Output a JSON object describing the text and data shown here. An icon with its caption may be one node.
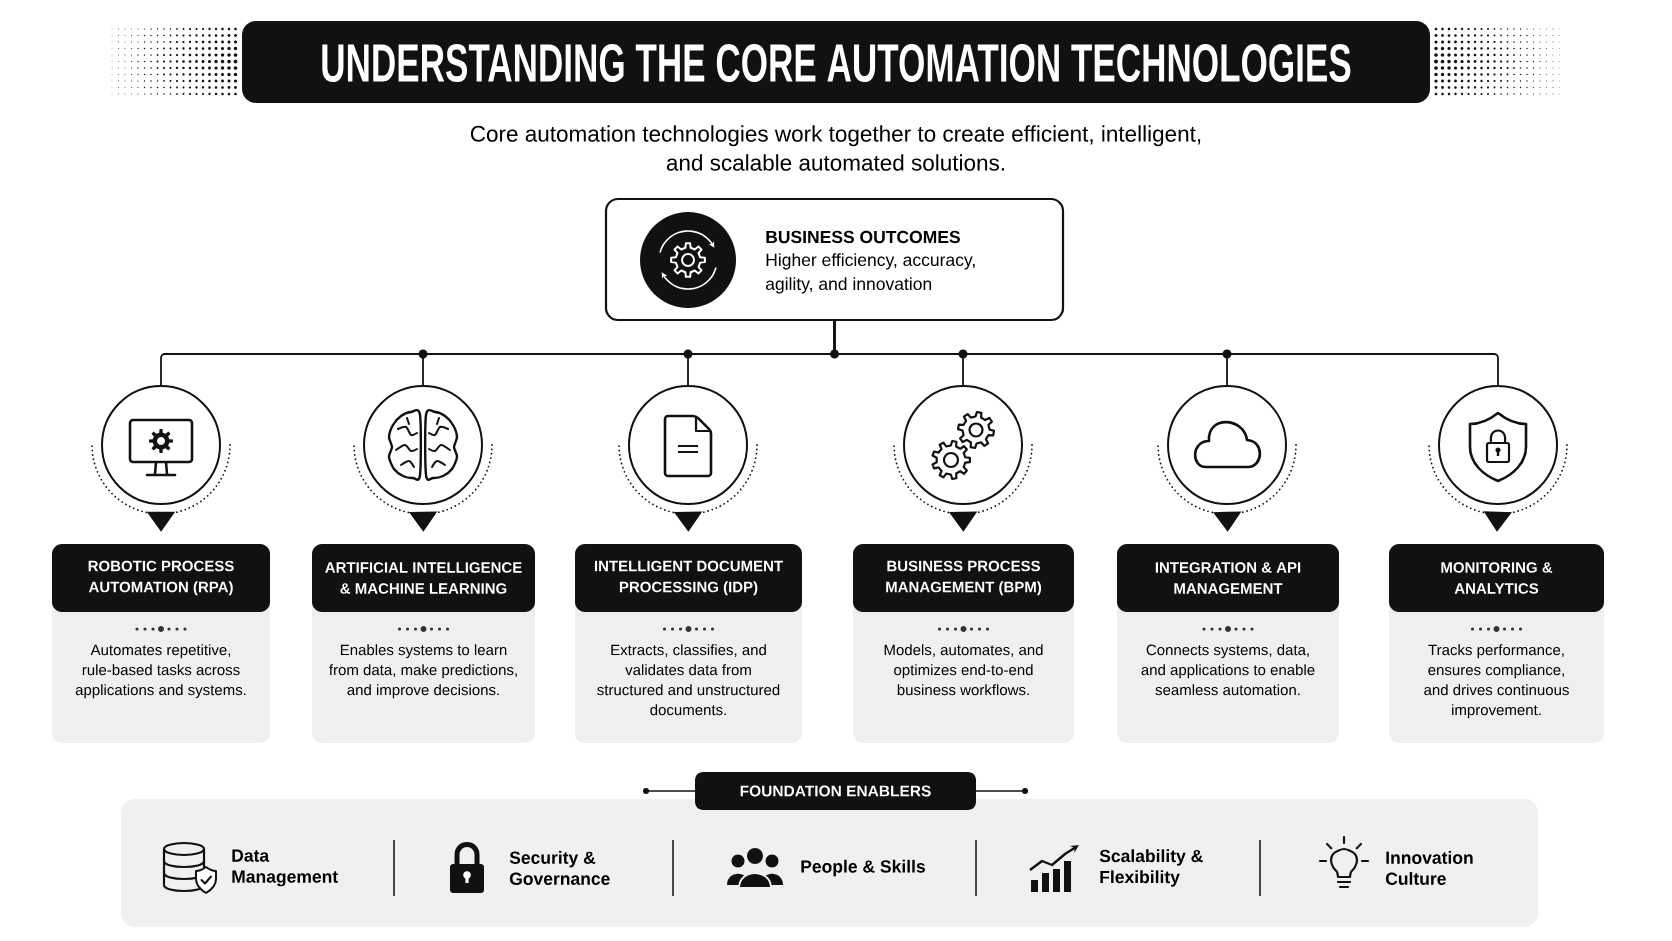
{
  "diagram": {
    "title": "UNDERSTANDING THE CORE AUTOMATION TECHNOLOGIES",
    "nodes": [
      {
        "text": [
          "BUSINESS OUTCOMES",
          "Higher efficiency, accuracy, agility, and innovation"
        ]
      },
      {
        "text": [],
        "shape": "circle"
      },
      {
        "text": [],
        "shape": "circle"
      },
      {
        "text": [],
        "shape": "circle"
      },
      {
        "text": [],
        "shape": "circle"
      },
      {
        "text": [],
        "shape": "circle"
      },
      {
        "text": [],
        "shape": "circle"
      },
      {
        "text": [
          "ROBOTIC PROCESS AUTOMATION (RPA)",
          "Automates repetitive, rule-based tasks across applications and systems."
        ]
      },
      {
        "text": [
          "ARTIFICIAL INTELLIGENCE & MACHINE LEARNING",
          "Enables systems to learn from data, make predictions, and improve decisions."
        ]
      },
      {
        "text": [
          "INTELLIGENT DOCUMENT PROCESSING (IDP)",
          "Extracts, classifies, and validates data from structured and unstructured documents."
        ]
      },
      {
        "text": [
          "BUSINESS PROCESS MANAGEMENT (BPM)",
          "Models, automates, and optimizes end-to-end business workflows."
        ]
      },
      {
        "text": [
          "INTEGRATION & API MANAGEMENT",
          "Connects systems, data, and applications to enable seamless automation."
        ]
      },
      {
        "text": [
          "MONITORING & ANALYTICS",
          "Tracks performance, ensures compliance, and drives continuous improvement."
        ]
      },
      {
        "text": [
          "FOUNDATION ENABLERS"
        ]
      },
      {
        "text": [
          "Data Management",
          "Security & Governance",
          "People & Skills",
          "Scalability & Flexibility",
          "Innovation Culture"
        ]
      }
    ],
    "edges": [
      {
        "from": 0,
        "to": 1,
        "arrow": "none"
      },
      {
        "from": 0,
        "to": 2,
        "arrow": "none"
      },
      {
        "from": 0,
        "to": 3,
        "arrow": "none"
      },
      {
        "from": 0,
        "to": 4,
        "arrow": "none"
      },
      {
        "from": 0,
        "to": 5,
        "arrow": "none"
      },
      {
        "from": 0,
        "to": 6,
        "arrow": "none"
      },
      {
        "from": 1,
        "to": 7,
        "arrow": "to"
      },
      {
        "from": 2,
        "to": 8,
        "arrow": "to"
      },
      {
        "from": 3,
        "to": 9,
        "arrow": "to"
      },
      {
        "from": 4,
        "to": 10,
        "arrow": "to"
      },
      {
        "from": 5,
        "to": 11,
        "arrow": "to"
      },
      {
        "from": 6,
        "to": 12,
        "arrow": "to"
      }
    ],
    "labels": [
      "Core automation technologies work together to create efficient, intelligent, and scalable automated solutions."
    ]
  }
}
